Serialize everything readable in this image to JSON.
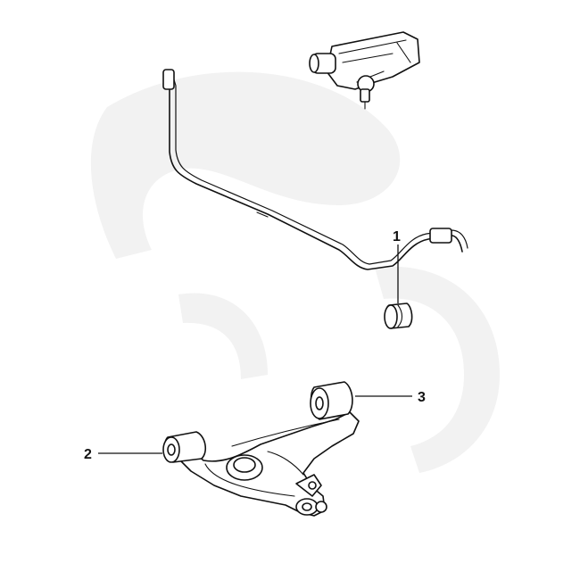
{
  "diagram": {
    "callouts": [
      {
        "id": "1",
        "label": "1",
        "part": "stabilizer-bushing"
      },
      {
        "id": "2",
        "label": "2",
        "part": "control-arm-front-bushing"
      },
      {
        "id": "3",
        "label": "3",
        "part": "control-arm-rear-bushing"
      }
    ],
    "colors": {
      "line": "#111111",
      "background": "#ffffff",
      "watermark": "#f2f2f2"
    }
  }
}
